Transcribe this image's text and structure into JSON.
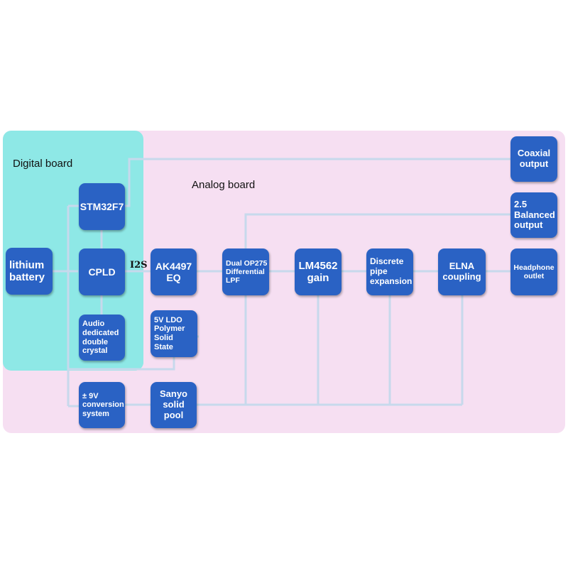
{
  "regions": {
    "digital": "Digital board",
    "analog": "Analog board"
  },
  "colors": {
    "digital_board": "#8ee8e6",
    "analog_board": "#f6dff2",
    "block": "#2a62c4",
    "wire": "#c7d9ec"
  },
  "blocks": {
    "battery": "lithium\nbattery",
    "stm32": "STM32F7",
    "cpld": "CPLD",
    "crystal": "Audio\ndedicated\ndouble\ncrystal",
    "ak4497": "AK4497\nEQ",
    "ldo": "5V LDO\nPolymer\nSolid\nState",
    "op275": "Dual OP275\nDifferential\nLPF",
    "lm4562": "LM4562\ngain",
    "discrete": "Discrete\npipe\nexpansion",
    "elna": "ELNA\ncoupling",
    "coaxial": "Coaxial\noutput",
    "balanced": "2.5\nBalanced\noutput",
    "headphone": "Headphone\noutlet",
    "conversion": "± 9V\nconversion\nsystem",
    "sanyo": "Sanyo\nsolid\npool"
  },
  "links": {
    "i2s": "I2S"
  }
}
